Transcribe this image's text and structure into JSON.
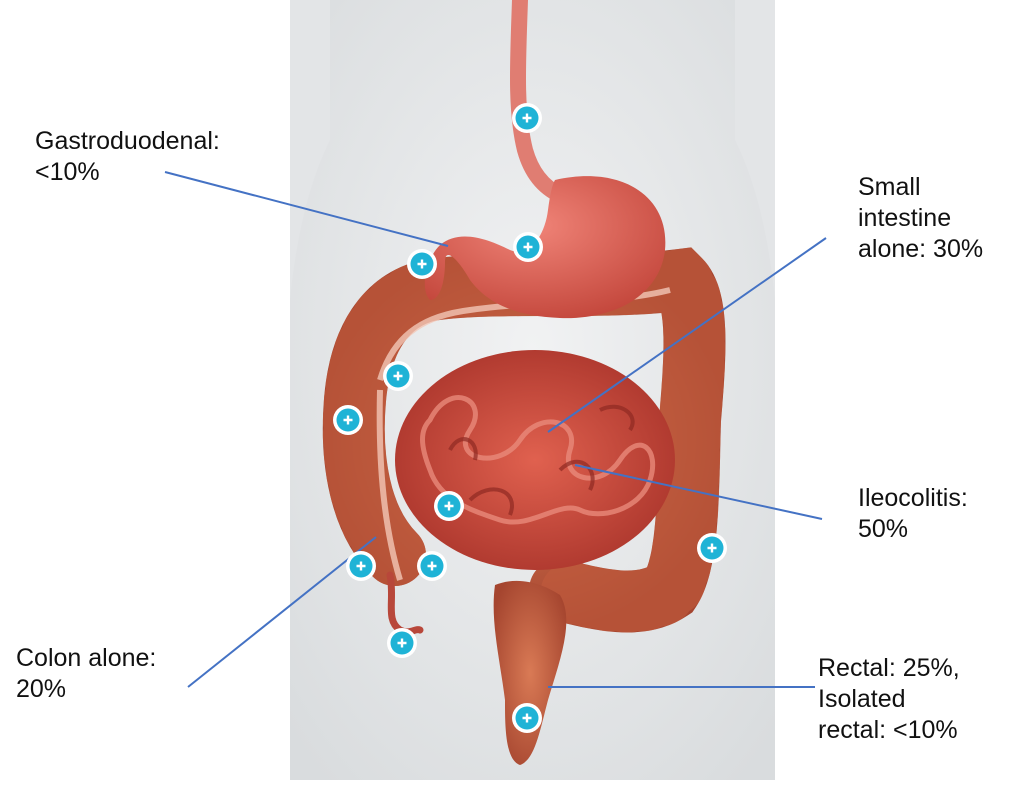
{
  "labels": {
    "gastroduodenal": "Gastroduodenal:\n<10%",
    "small_intestine": "Small\nintestine\nalone: 30%",
    "ileocolitis": "Ileocolitis:\n50%",
    "colon_alone": "Colon alone:\n20%",
    "rectal": "Rectal: 25%,\nIsolated\nrectal: <10%"
  },
  "hotspot_icon": "plus-icon",
  "colors": {
    "leader_line": "#4472c4",
    "hotspot": "#1fb3d6",
    "body_background": "#e7e9ea",
    "organ": "#c94a3e"
  }
}
